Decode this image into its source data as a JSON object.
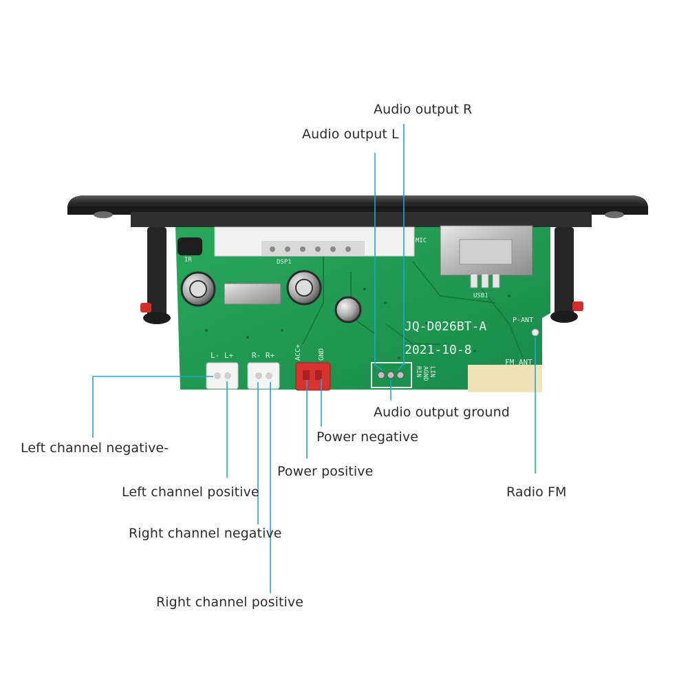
{
  "labels": {
    "audio_output_r": "Audio output R",
    "audio_output_l": "Audio output L",
    "audio_output_ground": "Audio output ground",
    "power_negative": "Power negative",
    "power_positive": "Power positive",
    "left_channel_negative": "Left channel negative-",
    "left_channel_positive": "Left channel positive",
    "right_channel_negative": "Right channel negative",
    "right_channel_positive": "Right channel positive",
    "radio_fm": "Radio FM"
  },
  "board_text": {
    "model": "JQ-D026BT-A",
    "date": "2021-10-8",
    "fm_ant": "FM_ANT",
    "p_ant": "P-ANT",
    "acc": "ACC+",
    "gnd": "GND",
    "rin": "RIN",
    "agnd": "AGND",
    "lin": "LIN",
    "l_minus_plus": "L- L+",
    "r_minus_plus": "R- R+",
    "mic": "MIC",
    "usb": "USB1",
    "ir": "IR",
    "dsp": "DSP1"
  },
  "colors": {
    "leader_line": "#1ea7d6",
    "pcb": "#1f9b4f",
    "bezel": "#2a2a2a",
    "label_text": "#2b2b2b"
  }
}
